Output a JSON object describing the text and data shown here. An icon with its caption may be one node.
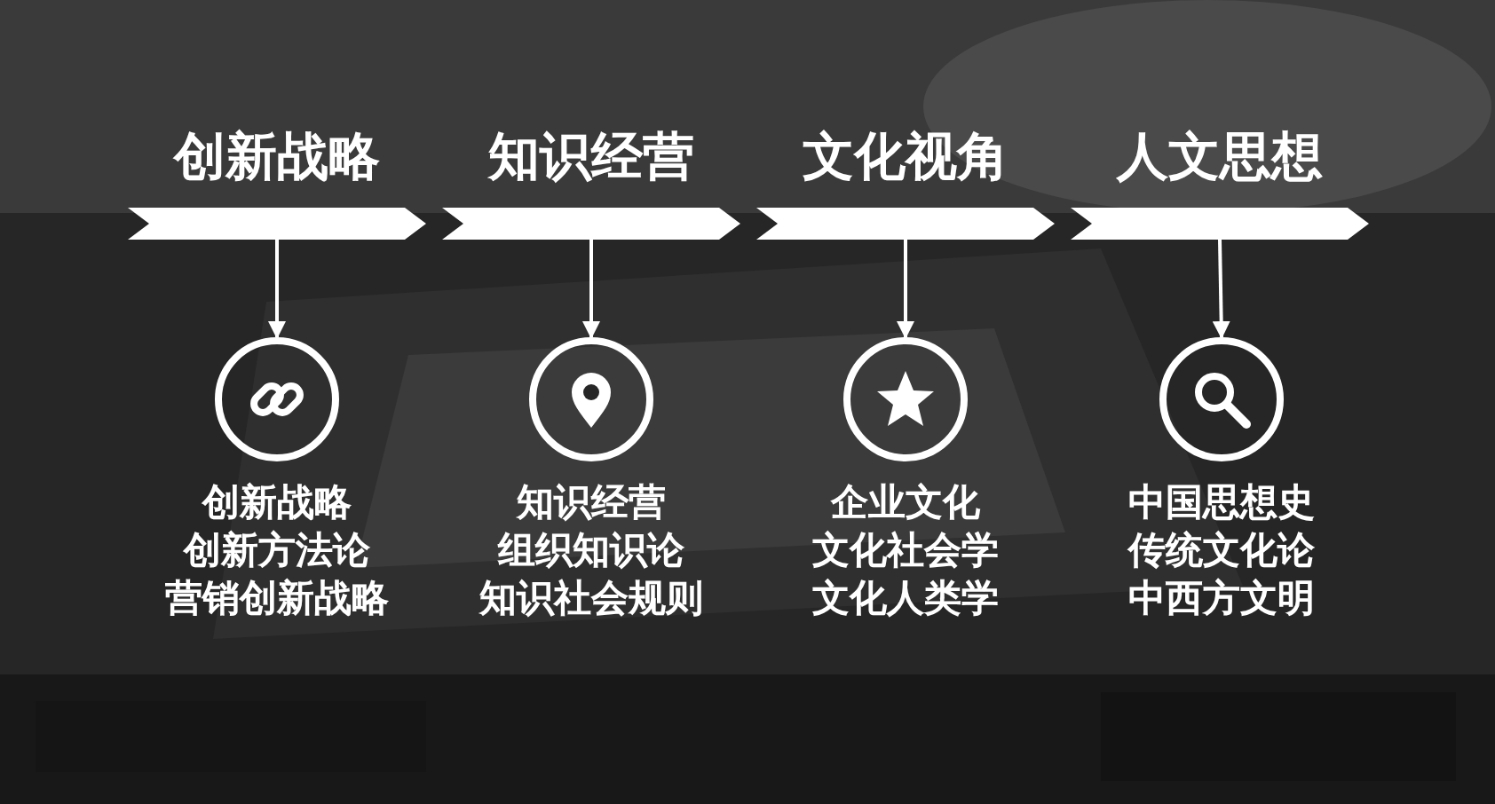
{
  "diagram": {
    "nodes": [
      {
        "text": [
          "创新战略"
        ]
      },
      {
        "text": [
          "知识经营"
        ]
      },
      {
        "text": [
          "文化视角"
        ]
      },
      {
        "text": [
          "人文思想"
        ]
      },
      {
        "text": [],
        "shape": "circle",
        "beside": [
          "创新战略",
          "创新方法论",
          "营销创新战略"
        ]
      },
      {
        "text": [],
        "shape": "circle",
        "beside": [
          "知识经营",
          "组织知识论",
          "知识社会规则"
        ]
      },
      {
        "text": [],
        "shape": "circle",
        "beside": [
          "企业文化",
          "文化社会学",
          "文化人类学"
        ]
      },
      {
        "text": [],
        "shape": "circle",
        "beside": [
          "中国思想史",
          "传统文化论",
          "中西方文明"
        ]
      }
    ],
    "edges": [
      {
        "from": 0,
        "to": 4,
        "arrow": "to"
      },
      {
        "from": 1,
        "to": 5,
        "arrow": "to"
      },
      {
        "from": 2,
        "to": 6,
        "arrow": "to"
      },
      {
        "from": 3,
        "to": 7,
        "arrow": "to"
      }
    ]
  }
}
